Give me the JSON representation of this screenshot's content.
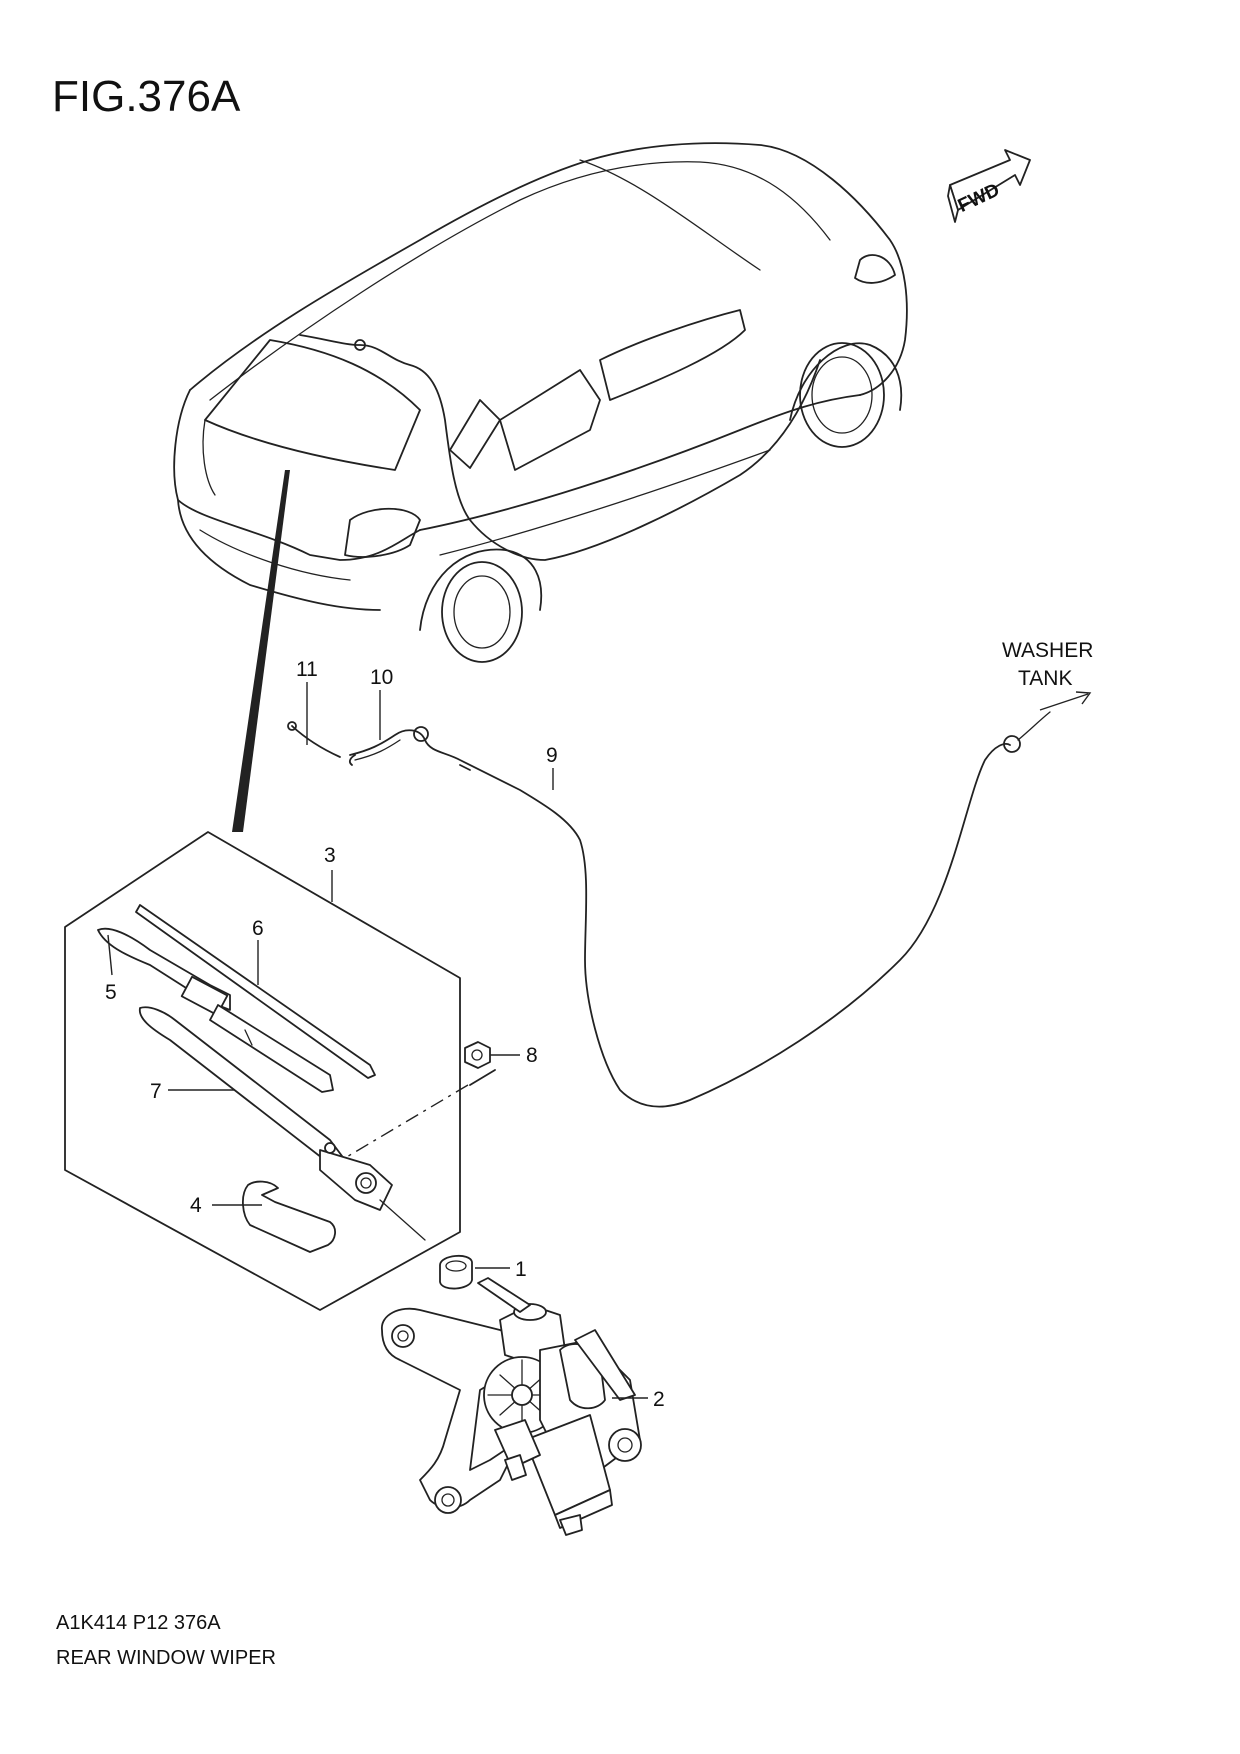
{
  "figure": {
    "title": "FIG.376A",
    "fwd_label": "FWD",
    "washer_line1": "WASHER",
    "washer_line2": "TANK"
  },
  "footer": {
    "code": "A1K414 P12 376A",
    "name": "REAR WINDOW WIPER"
  },
  "callouts": [
    {
      "id": "c1",
      "label": "1"
    },
    {
      "id": "c2",
      "label": "2"
    },
    {
      "id": "c3",
      "label": "3"
    },
    {
      "id": "c4",
      "label": "4"
    },
    {
      "id": "c5",
      "label": "5"
    },
    {
      "id": "c6",
      "label": "6"
    },
    {
      "id": "c7",
      "label": "7"
    },
    {
      "id": "c8",
      "label": "8"
    },
    {
      "id": "c9",
      "label": "9"
    },
    {
      "id": "c10",
      "label": "10"
    },
    {
      "id": "c11",
      "label": "11"
    }
  ]
}
